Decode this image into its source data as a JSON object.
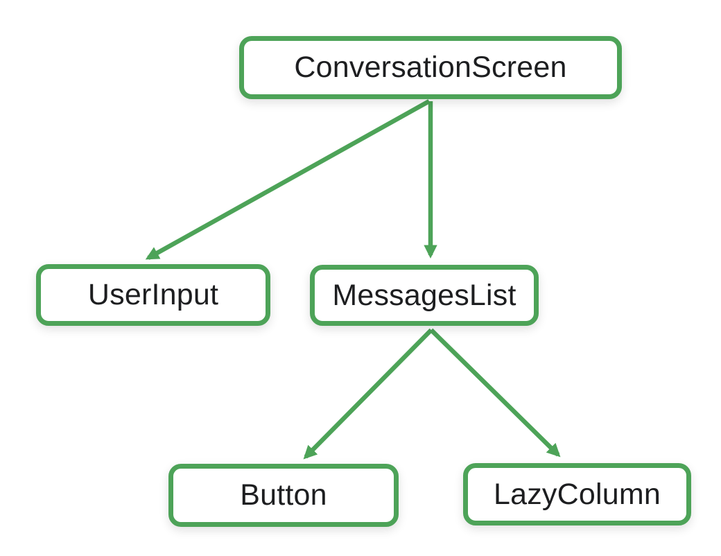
{
  "diagram": {
    "kind": "component-tree",
    "colors": {
      "node_border": "#4DA358",
      "node_background": "#ffffff",
      "arrow": "#4DA358",
      "text": "#1d1e20",
      "page_background": "#ffffff"
    },
    "nodes": [
      {
        "id": "conversation-screen",
        "label": "ConversationScreen"
      },
      {
        "id": "user-input",
        "label": "UserInput"
      },
      {
        "id": "messages-list",
        "label": "MessagesList"
      },
      {
        "id": "button",
        "label": "Button"
      },
      {
        "id": "lazy-column",
        "label": "LazyColumn"
      }
    ],
    "edges": [
      {
        "from": "conversation-screen",
        "to": "user-input"
      },
      {
        "from": "conversation-screen",
        "to": "messages-list"
      },
      {
        "from": "messages-list",
        "to": "button"
      },
      {
        "from": "messages-list",
        "to": "lazy-column"
      }
    ]
  }
}
